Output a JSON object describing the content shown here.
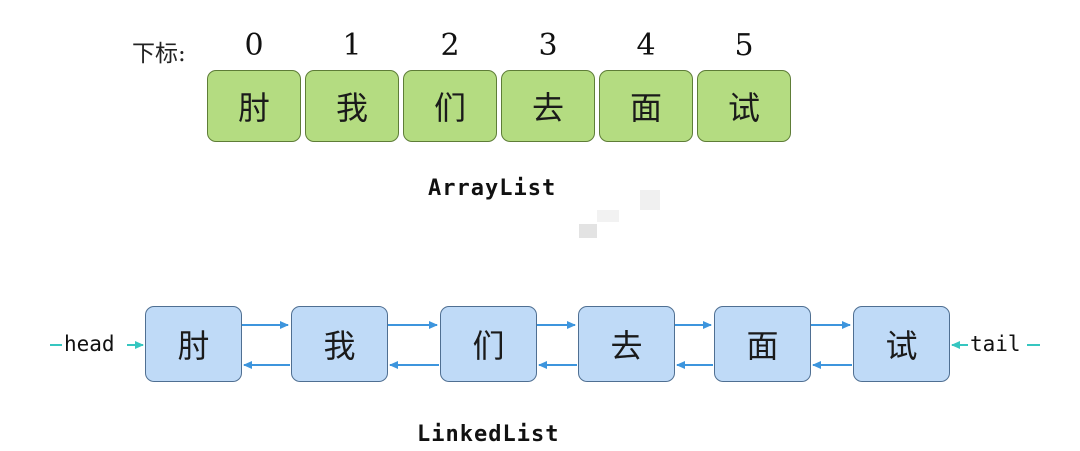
{
  "array": {
    "index_label": "下标:",
    "indices": [
      "0",
      "1",
      "2",
      "3",
      "4",
      "5"
    ],
    "cells": [
      "肘",
      "我",
      "们",
      "去",
      "面",
      "试"
    ],
    "caption": "ArrayList",
    "fill_color": "#b4dc81",
    "border_color": "#5e7d37"
  },
  "linked": {
    "head_label": "head",
    "tail_label": "tail",
    "nodes": [
      "肘",
      "我",
      "们",
      "去",
      "面",
      "试"
    ],
    "caption": "LinkedList",
    "fill_color": "#bfdaf7",
    "border_color": "#4f6f92",
    "link_color": "#3d95dd",
    "pointer_color": "#36c6c0"
  }
}
